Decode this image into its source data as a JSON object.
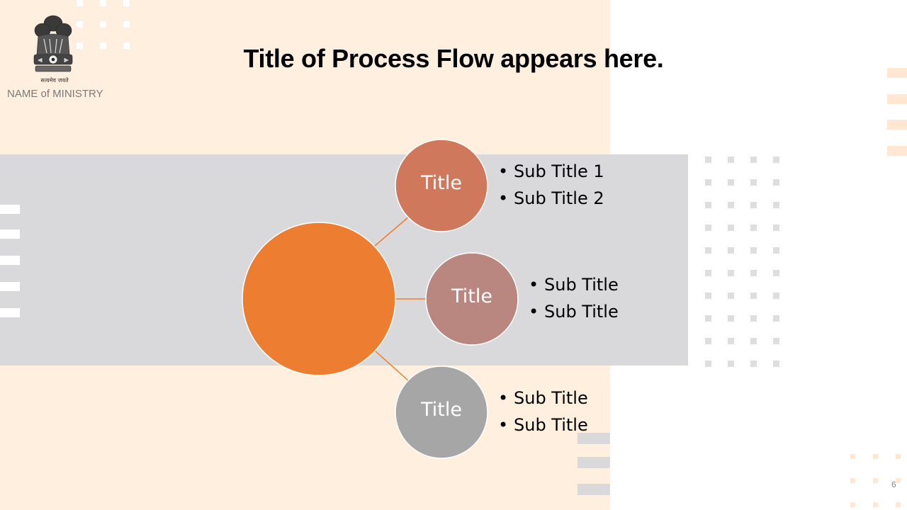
{
  "header": {
    "title": "Title of Process Flow appears here.",
    "emblem_motto": "सत्यमेव जयते",
    "ministry": "NAME of MINISTRY"
  },
  "diagram": {
    "nodes": [
      {
        "title": "Title",
        "color": "#d0785c",
        "bullets": [
          "Sub Title 1",
          "Sub Title 2"
        ]
      },
      {
        "title": "Title",
        "color": "#b9877f",
        "bullets": [
          "Sub Title",
          "Sub Title"
        ]
      },
      {
        "title": "Title",
        "color": "#a6a6a6",
        "bullets": [
          "Sub Title",
          "Sub Title"
        ]
      }
    ],
    "hub_color": "#ed7d31",
    "connector_color": "#ed7d31"
  },
  "footer": {
    "slide_number": "6"
  },
  "colors": {
    "peach": "#ffefde",
    "band": "#d9d9db"
  }
}
